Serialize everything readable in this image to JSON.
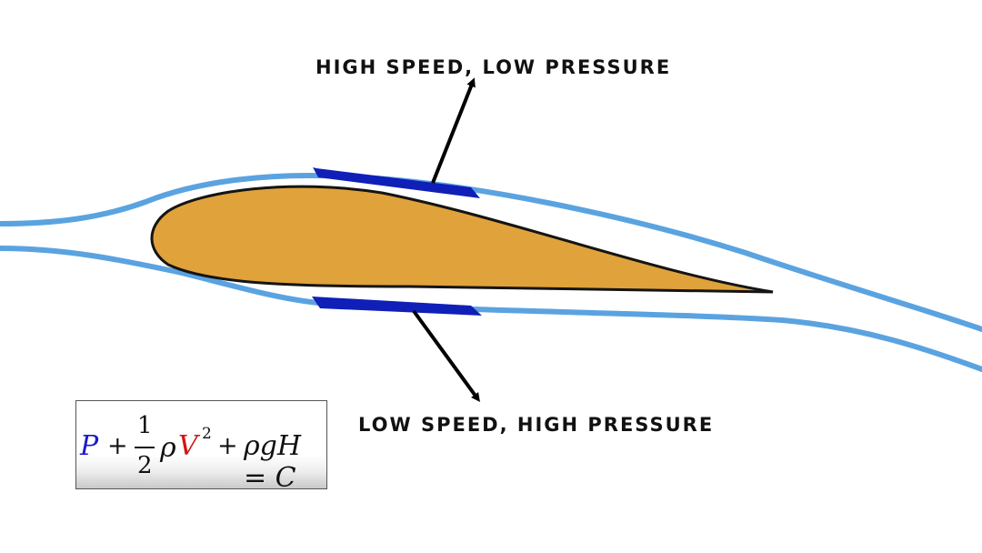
{
  "labels": {
    "top": "HIGH SPEED, LOW PRESSURE",
    "bottom": "LOW SPEED, HIGH PRESSURE"
  },
  "formula": {
    "p": "P",
    "plus_1": "+",
    "half_numerator": "1",
    "half_denominator": "2",
    "rho": "ρ",
    "v": "V",
    "v_exponent": "2",
    "plus_2": "+",
    "rest": "ρgH = C"
  },
  "colors": {
    "streamline": "#5aa3e0",
    "pressure_band": "#0f1fb8",
    "airfoil_fill": "#e0a23a",
    "airfoil_outline": "#141414",
    "arrow": "#000000",
    "formula_p": "#1a1acc",
    "formula_v": "#d01515"
  }
}
